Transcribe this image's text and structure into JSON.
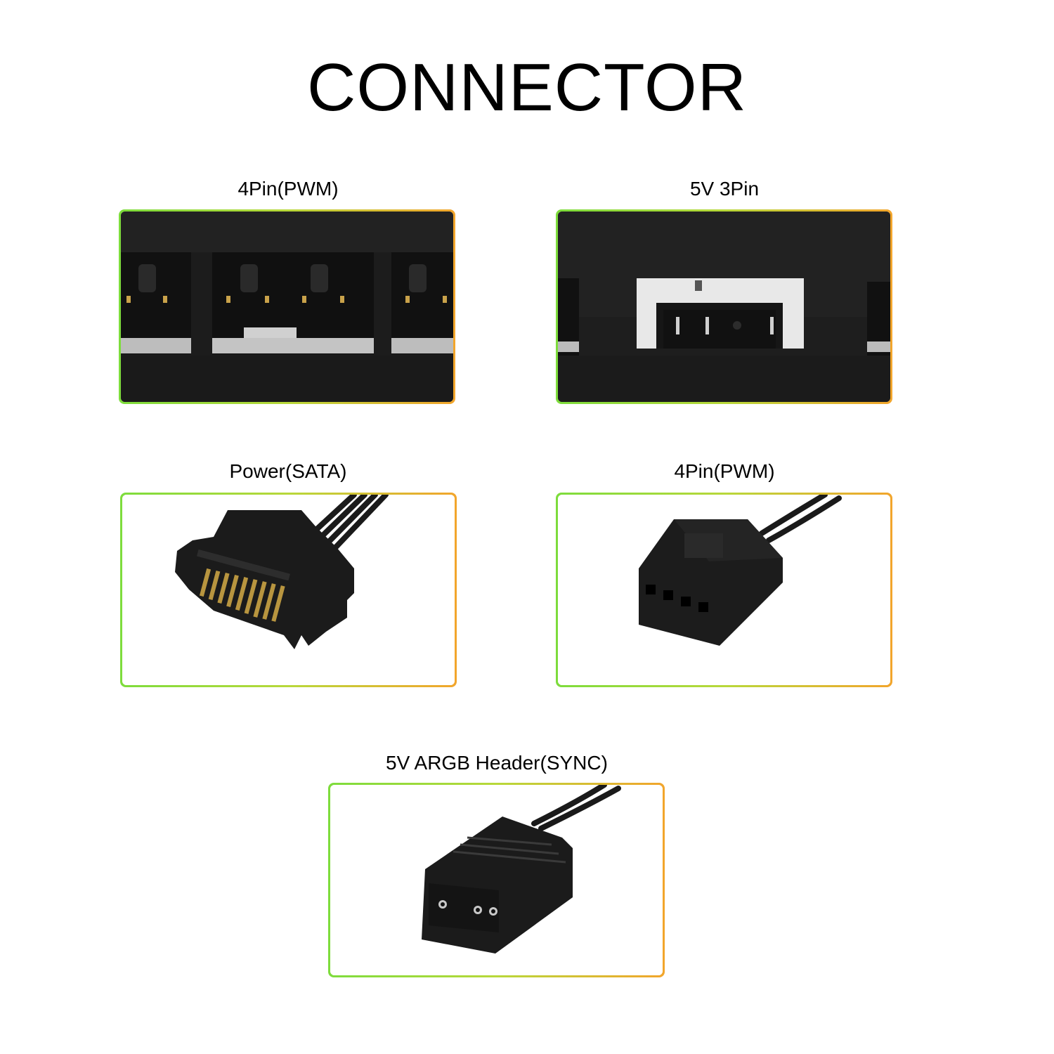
{
  "title": "CONNECTOR",
  "panels": {
    "top_left": {
      "label": "4Pin(PWM)"
    },
    "top_right": {
      "label": "5V 3Pin"
    },
    "mid_left": {
      "label": "Power(SATA)"
    },
    "mid_right": {
      "label": "4Pin(PWM)"
    },
    "bottom": {
      "label": "5V ARGB Header(SYNC)"
    }
  },
  "colors": {
    "frame_start": "#7ddc3c",
    "frame_end": "#f2a52c",
    "plastic": "#1a1a1a"
  }
}
